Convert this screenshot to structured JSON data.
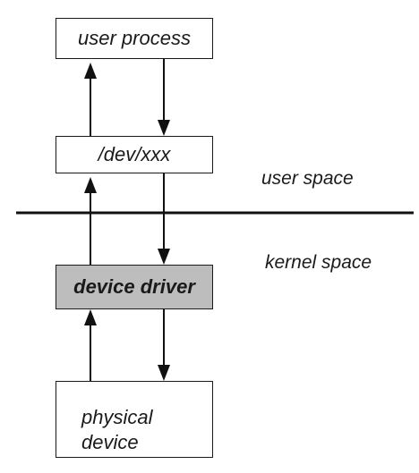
{
  "diagram": {
    "boxes": {
      "user_process": "user process",
      "dev_node": "/dev/xxx",
      "device_driver": "device driver",
      "physical_device_line1": "physical",
      "physical_device_line2": "device"
    },
    "regions": {
      "user_space": "user space",
      "kernel_space": "kernel space"
    }
  }
}
